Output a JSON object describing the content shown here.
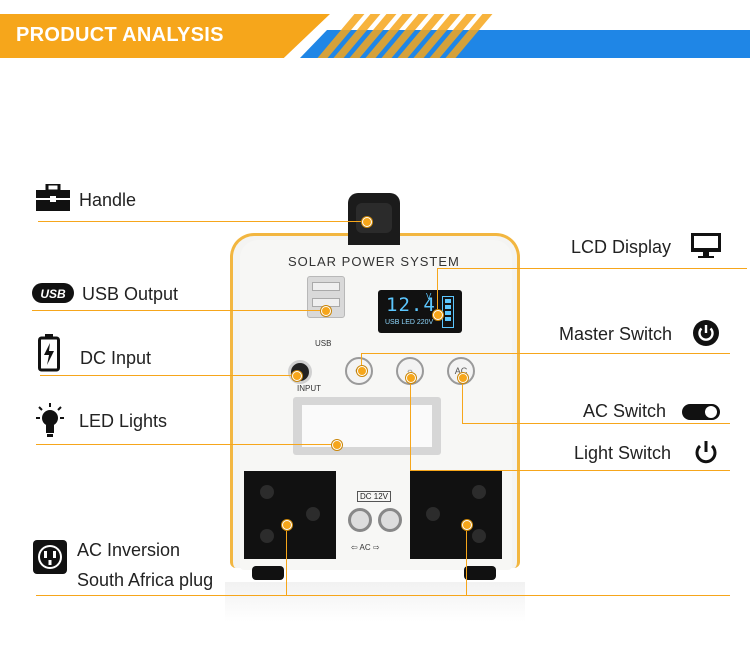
{
  "banner": {
    "title": "PRODUCT ANALYSIS"
  },
  "colors": {
    "accent": "#f6a61b",
    "blue": "#1f86e6",
    "outline": "#f2b640"
  },
  "left_labels": [
    {
      "text": "Handle",
      "icon": "toolbox-icon"
    },
    {
      "text": "USB Output",
      "icon": "usb-badge-icon"
    },
    {
      "text": "DC Input",
      "icon": "battery-icon"
    },
    {
      "text": "LED Lights",
      "icon": "bulb-icon"
    },
    {
      "text": "AC Inversion",
      "text2": "South Africa plug",
      "icon": "outlet-icon"
    }
  ],
  "right_labels": [
    {
      "text": "LCD Display",
      "icon": "monitor-icon"
    },
    {
      "text": "Master Switch",
      "icon": "power-icon"
    },
    {
      "text": "AC Switch",
      "icon": "toggle-icon"
    },
    {
      "text": "Light Switch",
      "icon": "power-outline-icon"
    }
  ],
  "device": {
    "brand": "SOLAR POWER SYSTEM",
    "usb_label": "USB",
    "input_label": "INPUT",
    "lcd_value": "12.4",
    "lcd_unit": "V",
    "lcd_sub": "USB LED 220V",
    "ac_button": "AC",
    "dc_label": "DC 12V",
    "ac_label": "AC"
  }
}
